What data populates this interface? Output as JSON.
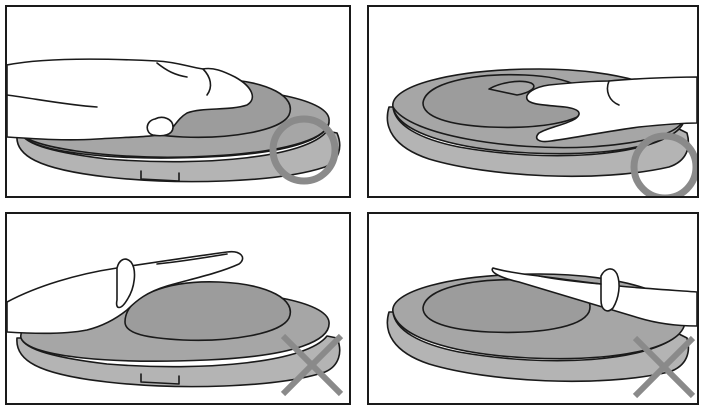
{
  "panels": [
    {
      "id": "p1",
      "grip": "correct",
      "side": "left",
      "mark": "circle-icon",
      "mark_color": "#8a8a8a"
    },
    {
      "id": "p2",
      "grip": "correct",
      "side": "right",
      "mark": "circle-icon",
      "mark_color": "#8a8a8a"
    },
    {
      "id": "p3",
      "grip": "incorrect",
      "side": "left",
      "mark": "cross-icon",
      "mark_color": "#8a8a8a"
    },
    {
      "id": "p4",
      "grip": "incorrect",
      "side": "right",
      "mark": "cross-icon",
      "mark_color": "#8a8a8a"
    }
  ],
  "colors": {
    "device_body": "#b4b4b4",
    "device_top": "#a6a6a6",
    "device_dome": "#9c9c9c",
    "outline": "#1a1a1a",
    "skin": "#ffffff"
  }
}
